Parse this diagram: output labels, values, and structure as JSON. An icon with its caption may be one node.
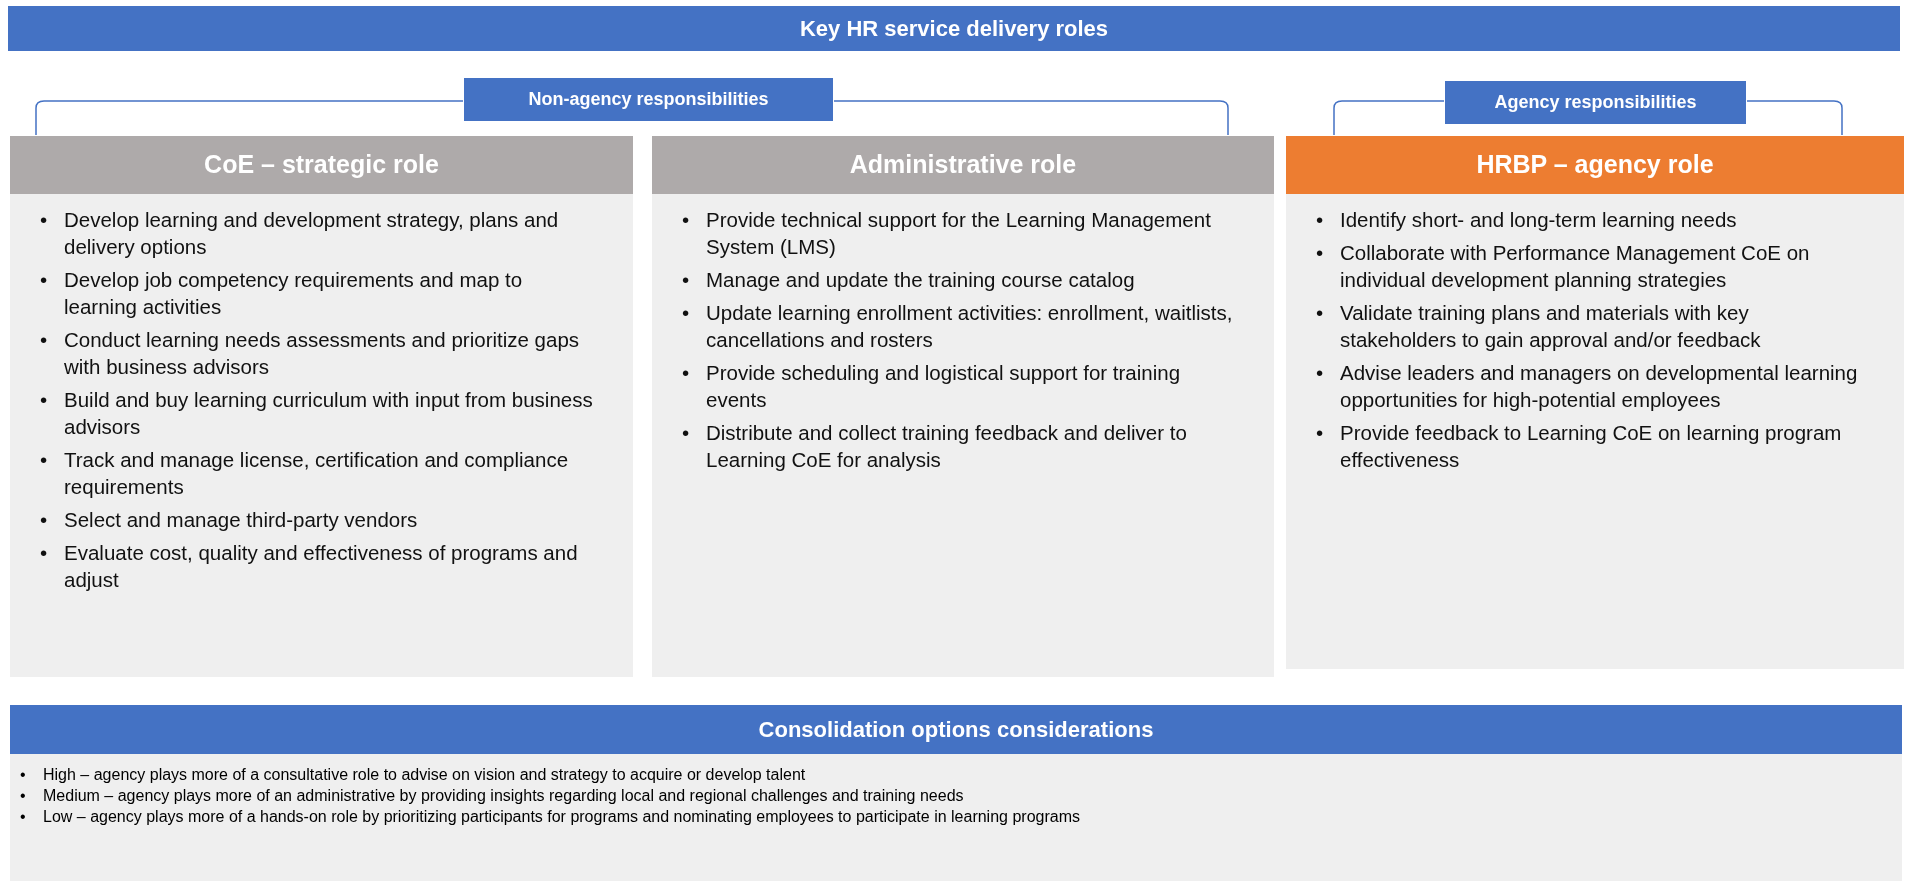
{
  "diagram": {
    "title": "Key HR service delivery roles",
    "nodes": [
      {
        "text": [
          "Non-agency responsibilities"
        ]
      },
      {
        "text": [
          "Agency responsibilities"
        ]
      },
      {
        "text": [
          "CoE – strategic role",
          "Develop learning and development strategy, plans and delivery options",
          "Develop job competency requirements and map to learning activities",
          "Conduct learning needs assessments and prioritize gaps with business advisors",
          "Build and buy learning curriculum with input from business advisors",
          "Track and manage license, certification and compliance requirements",
          "Select and manage third-party vendors",
          "Evaluate cost, quality and effectiveness of programs and adjust"
        ]
      },
      {
        "text": [
          "Administrative role",
          "Provide technical support for the Learning Management System (LMS)",
          "Manage and update the training course catalog",
          "Update learning enrollment activities: enrollment, waitlists, cancellations and rosters",
          "Provide scheduling and logistical support for training events",
          "Distribute and collect training feedback and deliver to Learning CoE for analysis"
        ]
      },
      {
        "text": [
          "HRBP – agency role",
          "Identify short- and long-term learning needs",
          "Collaborate with Performance Management CoE on individual development planning strategies",
          "Validate training plans and materials with key stakeholders to gain approval and/or feedback",
          "Advise leaders and managers on developmental learning opportunities for high-potential employees",
          "Provide feedback to Learning CoE on learning program effectiveness"
        ]
      },
      {
        "text": [
          "Consolidation options considerations",
          "High – agency plays more of a consultative role to advise on vision and strategy to acquire or develop talent",
          "Medium – agency plays more of an administrative by providing insights regarding local and regional challenges and training needs",
          "Low – agency plays more of a hands-on role by prioritizing participants for programs and nominating employees to participate in learning programs"
        ]
      }
    ],
    "edges": [],
    "labels": [
      "•",
      "•",
      "•",
      "•",
      "•",
      "•",
      "•",
      "•",
      "•",
      "•",
      "•",
      "•",
      "•",
      "•",
      "•",
      "•",
      "•",
      "•",
      "•",
      "•"
    ]
  }
}
